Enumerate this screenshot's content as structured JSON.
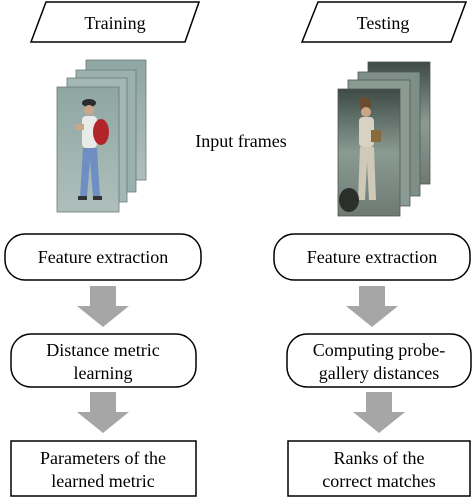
{
  "training": {
    "header": "Training",
    "step1": "Feature extraction",
    "step2_line1": "Distance metric",
    "step2_line2": "learning",
    "step3_line1": "Parameters of the",
    "step3_line2": "learned metric"
  },
  "testing": {
    "header": "Testing",
    "step1": "Feature extraction",
    "step2_line1": "Computing probe-",
    "step2_line2": "gallery distances",
    "step3_line1": "Ranks of the",
    "step3_line2": "correct matches"
  },
  "middle_label": "Input frames",
  "colors": {
    "arrow_fill": "#a6a6a6",
    "stroke": "#000000"
  }
}
